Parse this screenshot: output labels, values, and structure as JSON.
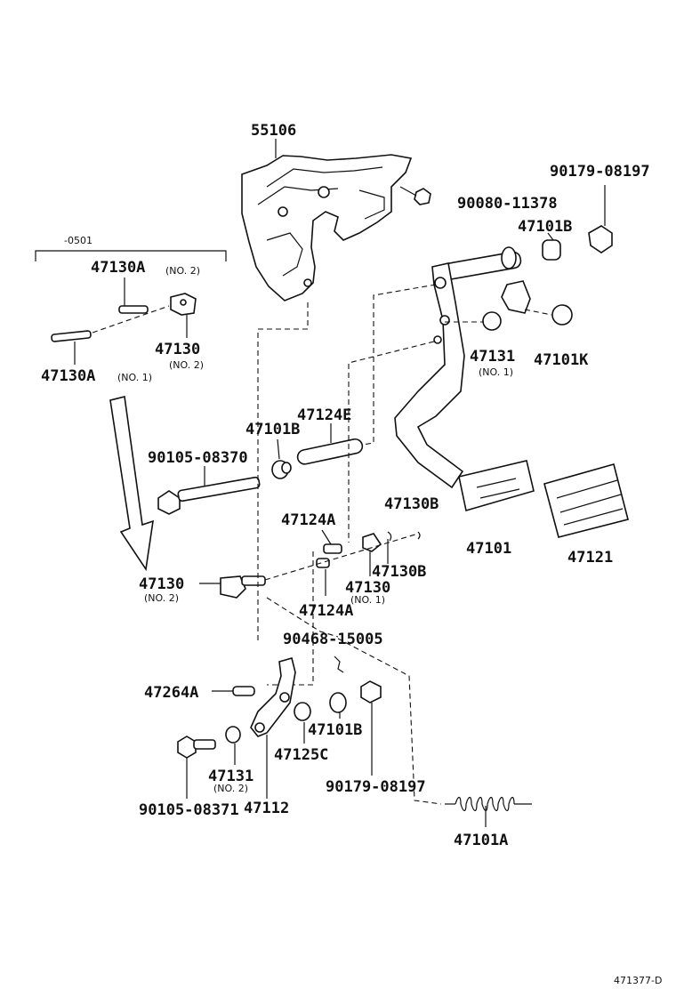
{
  "labels": {
    "l55106": "55106",
    "l90179_top": "90179-08197",
    "l90080": "90080-11378",
    "l47101B_top": "47101B",
    "range": "-0501",
    "l47130A_no2": "47130A",
    "l47130A_no2_sub": "(NO. 2)",
    "l47130_no2a": "47130",
    "l47130_no2a_sub": "(NO. 2)",
    "l47130A_no1": "47130A",
    "l47130A_no1_sub": "(NO. 1)",
    "l47131_no1": "47131",
    "l47131_no1_sub": "(NO. 1)",
    "l47101K": "47101K",
    "l47124E": "47124E",
    "l47101B_mid": "47101B",
    "l90105_08370": "90105-08370",
    "l47130B_a": "47130B",
    "l47124A_a": "47124A",
    "l47130B_b": "47130B",
    "l47101": "47101",
    "l47121": "47121",
    "l47130_no2b": "47130",
    "l47130_no2b_sub": "(NO. 2)",
    "l47130_no1": "47130",
    "l47130_no1_sub": "(NO. 1)",
    "l47124A_b": "47124A",
    "l90468": "90468-15005",
    "l47264A": "47264A",
    "l47101B_low": "47101B",
    "l47125C": "47125C",
    "l47131_no2": "47131",
    "l47131_no2_sub": "(NO. 2)",
    "l90179_low": "90179-08197",
    "l90105_08371": "90105-08371",
    "l47112": "47112",
    "l47101A": "47101A",
    "footer_code": "471377-D"
  }
}
